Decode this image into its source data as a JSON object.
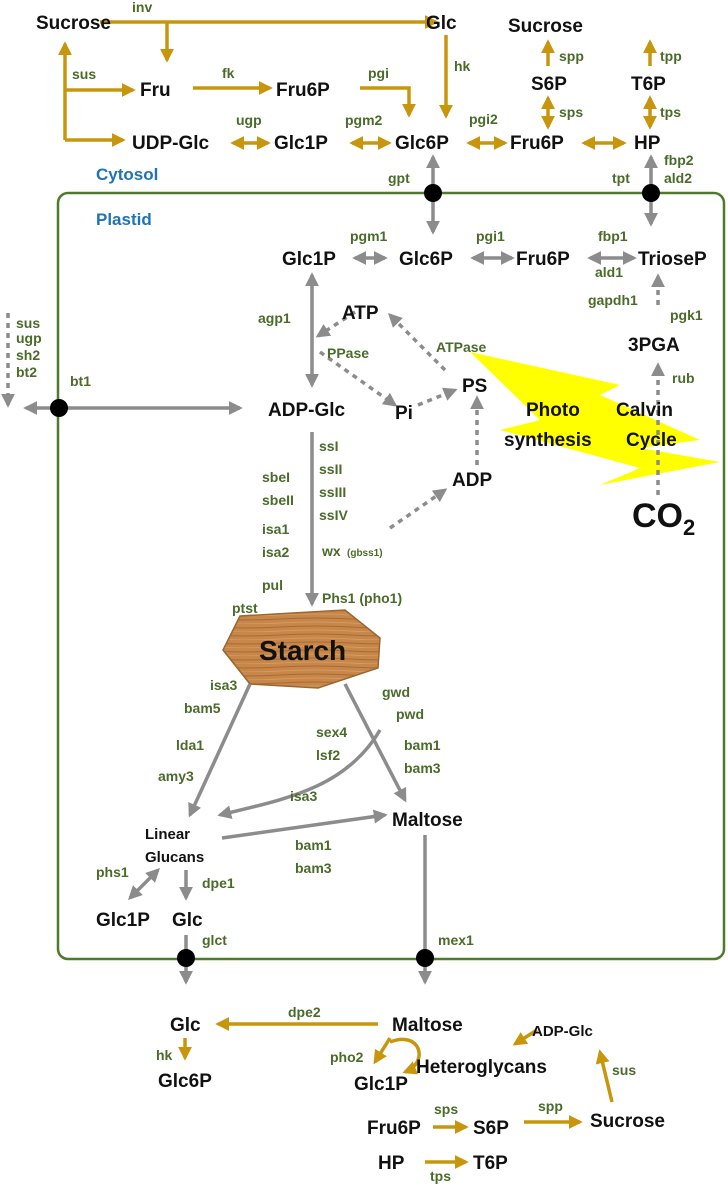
{
  "colors": {
    "cytosol_arrow": "#c8960c",
    "plastid_arrow": "#8c8c8c",
    "plastid_border": "#4e7a2a",
    "enzyme_label": "#4a6b2a",
    "compartment_label": "#1f73b8",
    "photosynthesis_bolt": "#ffff00",
    "starch_granule": "#c8874a"
  },
  "compartments": {
    "cytosol": "Cytosol",
    "plastid": "Plastid"
  },
  "metabolites": {
    "sucrose_tl": "Sucrose",
    "glc_top": "Glc",
    "sucrose_tr": "Sucrose",
    "fru": "Fru",
    "fru6p_top": "Fru6P",
    "s6p_top": "S6P",
    "t6p_top": "T6P",
    "udp_glc": "UDP-Glc",
    "glc1p_cyt": "Glc1P",
    "glc6p_cyt": "Glc6P",
    "fru6p_cyt": "Fru6P",
    "hp_cyt": "HP",
    "glc1p_pl": "Glc1P",
    "glc6p_pl": "Glc6P",
    "fru6p_pl": "Fru6P",
    "triosep": "TrioseP",
    "atp": "ATP",
    "pgaa": "3PGA",
    "adp_glc_pl": "ADP-Glc",
    "pi": "Pi",
    "ps": "PS",
    "adp": "ADP",
    "photo_1": "Photo",
    "photo_2": "synthesis",
    "calvin_1": "Calvin",
    "calvin_2": "Cycle",
    "co2": "CO",
    "co2_sub": "2",
    "starch": "Starch",
    "linear_1": "Linear",
    "linear_2": "Glucans",
    "maltose_pl": "Maltose",
    "glc1p_pl_bottom": "Glc1P",
    "glc_pl_bottom": "Glc",
    "glc_cyt_bottom": "Glc",
    "glc6p_cyt_bottom": "Glc6P",
    "maltose_cyt": "Maltose",
    "heteroglycans": "Heteroglycans",
    "glc1p_cyt_bottom": "Glc1P",
    "adp_glc_cyt": "ADP-Glc",
    "fru6p_cyt_bottom": "Fru6P",
    "s6p_cyt_bottom": "S6P",
    "sucrose_cyt_bottom": "Sucrose",
    "hp_cyt_bottom": "HP",
    "t6p_cyt_bottom": "T6P"
  },
  "enzymes": {
    "inv": "inv",
    "sus_tl": "sus",
    "fk": "fk",
    "hk_top": "hk",
    "pgi": "pgi",
    "ugp": "ugp",
    "pgm2": "pgm2",
    "pgi2": "pgi2",
    "spp_top": "spp",
    "sps_top": "sps",
    "tpp": "tpp",
    "tps_top": "tps",
    "fbp2": "fbp2",
    "ald2": "ald2",
    "gpt": "gpt",
    "tpt": "tpt",
    "pgm1": "pgm1",
    "pgi1": "pgi1",
    "fbp1": "fbp1",
    "ald1": "ald1",
    "gapdh1": "gapdh1",
    "pgk1": "pgk1",
    "rub": "rub",
    "agp1": "agp1",
    "ppase": "PPase",
    "atpase": "ATPase",
    "sus_l": "sus",
    "ugp_l": "ugp",
    "sh2": "sh2",
    "bt2": "bt2",
    "bt1": "bt1",
    "ssi": "ssI",
    "ssii": "ssII",
    "ssiii": "ssIII",
    "ssiv": "ssIV",
    "sbei": "sbeI",
    "sbeii": "sbeII",
    "isa1": "isa1",
    "isa2": "isa2",
    "wx": "wx",
    "gbss1": "(gbss1)",
    "pul": "pul",
    "phs1_pho1": "Phs1 (pho1)",
    "ptst": "ptst",
    "isa3_a": "isa3",
    "bam5": "bam5",
    "lda1": "lda1",
    "amy3": "amy3",
    "gwd": "gwd",
    "pwd": "pwd",
    "sex4": "sex4",
    "lsf2": "lsf2",
    "bam1_a": "bam1",
    "bam3_a": "bam3",
    "isa3_b": "isa3",
    "bam1_b": "bam1",
    "bam3_b": "bam3",
    "phs1": "phs1",
    "dpe1": "dpe1",
    "glct": "glct",
    "mex1": "mex1",
    "dpe2": "dpe2",
    "hk_bottom": "hk",
    "pho2": "pho2",
    "sus_bottom": "sus",
    "sps_bottom": "sps",
    "spp_bottom": "spp",
    "tps_bottom": "tps"
  }
}
